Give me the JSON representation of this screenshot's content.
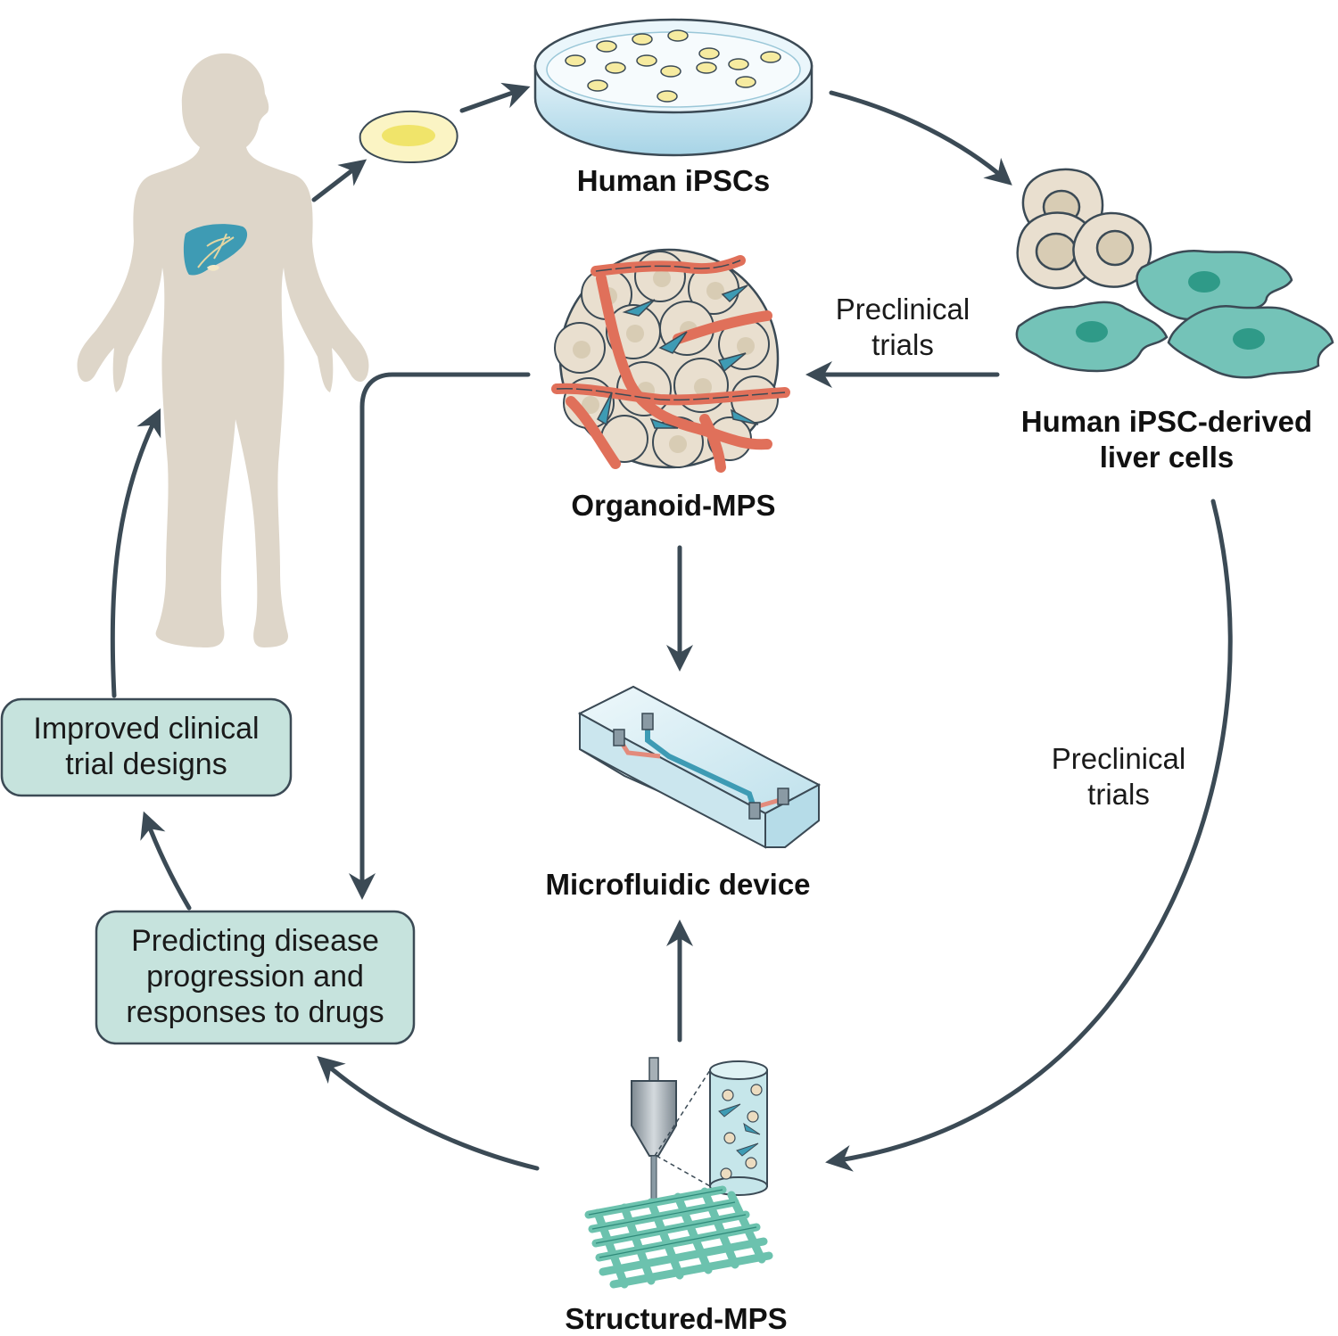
{
  "nodes": {
    "ipsc": {
      "label": "Human iPSCs"
    },
    "liver_cells": {
      "label_line1": "Human iPSC-derived",
      "label_line2": "liver cells"
    },
    "organoid": {
      "label": "Organoid-MPS"
    },
    "microfluidic": {
      "label": "Microfluidic device"
    },
    "structured": {
      "label": "Structured-MPS"
    }
  },
  "edge_labels": {
    "preclinical_top": {
      "line1": "Preclinical",
      "line2": "trials"
    },
    "preclinical_right": {
      "line1": "Preclinical",
      "line2": "trials"
    }
  },
  "boxes": {
    "improved": {
      "line1": "Improved clinical",
      "line2": "trial designs"
    },
    "predicting": {
      "line1": "Predicting disease",
      "line2": "progression and",
      "line3": "responses to drugs"
    }
  },
  "colors": {
    "arrow": "#3b4a55",
    "box_fill": "#c6e3dd",
    "body_fill": "#ded6c9",
    "liver_fill": "#3e9bb4",
    "teal_cell": "#74c3b8",
    "endothelial": "#e0705a",
    "ipsc_dish": "#bfe2ef",
    "ipsc_colony": "#f6eba0"
  }
}
